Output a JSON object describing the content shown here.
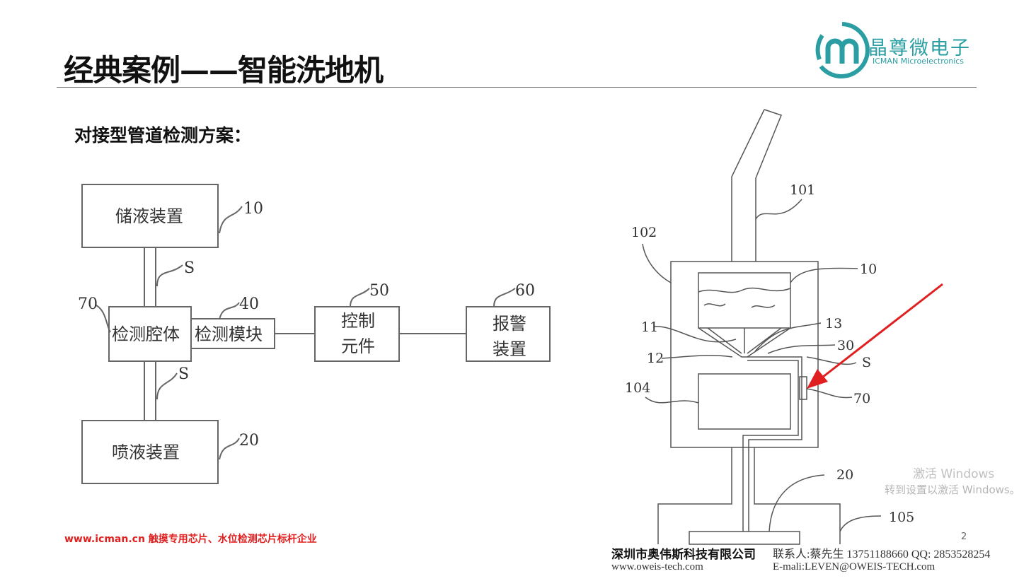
{
  "title": "经典案例——智能洗地机",
  "subtitle": "对接型管道检测方案：",
  "logo": {
    "cn": "晶尊微电子",
    "en": "ICMAN Microelectronics",
    "color": "#2a9ea3"
  },
  "block_diagram": {
    "storage": "储液装置",
    "spray": "喷液装置",
    "chamber": "检测腔体",
    "module": "检测模块",
    "control": [
      "控制",
      "元件"
    ],
    "alarm": [
      "报警",
      "装置"
    ],
    "labels": {
      "l10": "10",
      "l20": "20",
      "l40": "40",
      "l50": "50",
      "l60": "60",
      "l70": "70",
      "s1": "S",
      "s2": "S"
    }
  },
  "machine_diagram": {
    "labels": [
      "101",
      "102",
      "10",
      "11",
      "13",
      "12",
      "30",
      "S",
      "104",
      "70",
      "20",
      "105"
    ],
    "arrow_color": "#e02020"
  },
  "footer": {
    "link": "www.icman.cn  触摸专用芯片、水位检测芯片标杆企业",
    "company": "深圳市奥伟斯科技有限公司",
    "contact": "联系人:蔡先生 13751188660 QQ: 2853528254",
    "web": "www.oweis-tech.com",
    "email": "E-mali:LEVEN@OWEIS-TECH.com",
    "page": "2"
  },
  "watermark": {
    "line1": "激活 Windows",
    "line2": "转到设置以激活 Windows。"
  }
}
